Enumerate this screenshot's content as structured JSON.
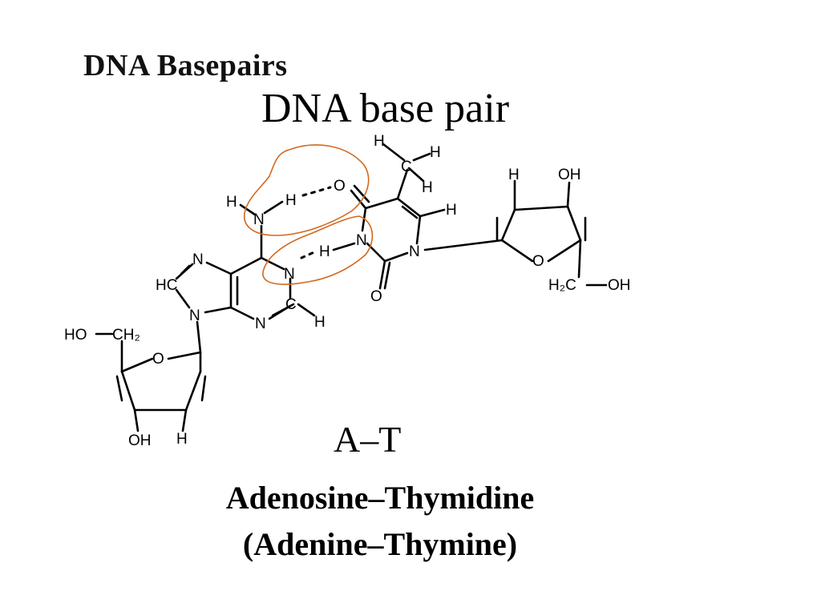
{
  "slide": {
    "heading": "DNA Basepairs",
    "title": "DNA base pair",
    "pair_code": "A–T",
    "caption_line1": "Adenosine–Thymidine",
    "caption_line2": "(Adenine–Thymine)"
  },
  "structure": {
    "atoms": {
      "methyl_h_top": "H",
      "methyl_h_right": "H",
      "methyl_c": "C",
      "methyl_h_bottom": "H",
      "thymine_o_top": "O",
      "thymine_h_ring": "H",
      "thymine_n3": "N",
      "thymine_n1": "N",
      "thymine_o_bottom": "O",
      "hbond_h_top": "H",
      "hbond_h_mid": "H",
      "adenine_amine_h": "H",
      "adenine_amine_n": "N",
      "adenine_n1": "N",
      "adenine_c2": "C",
      "adenine_h2": "H",
      "adenine_n3": "N",
      "adenine_n7": "N",
      "adenine_hc8": "HC",
      "adenine_n9": "N",
      "ribose1_h": "H",
      "ribose1_oh": "OH",
      "ribose1_o": "O",
      "ribose1_h2c": "H₂C",
      "ribose1_ch2_oh": "OH",
      "ribose2_ho": "HO",
      "ribose2_ch2": "CH₂",
      "ribose2_o": "O",
      "ribose2_oh": "OH",
      "ribose2_h": "H"
    },
    "colors": {
      "bonds": "#000000",
      "annotation": "#d2691e"
    }
  }
}
